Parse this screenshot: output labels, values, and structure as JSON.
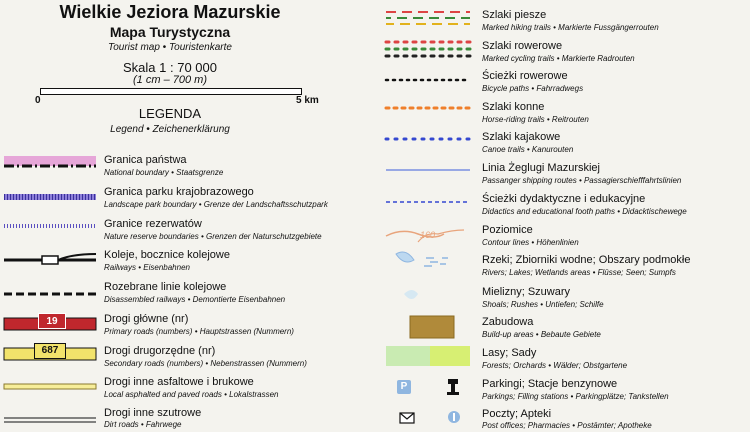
{
  "header": {
    "title": "Wielkie Jeziora Mazurskie",
    "subtitle": "Mapa Turystyczna",
    "subtitle_trans": "Tourist map • Touristenkarte",
    "scale": "Skala 1 : 70 000",
    "scale_note": "(1 cm – 700 m)",
    "scale_start": "0",
    "scale_end": "5 km",
    "legend": "LEGENDA",
    "legend_trans": "Legend • Zeichenerklärung"
  },
  "left": [
    {
      "label": "Granica państwa",
      "sub": "National boundary • Staatsgrenze"
    },
    {
      "label": "Granica parku krajobrazowego",
      "sub": "Landscape park boundary • Grenze der Landschaftsschutzpark"
    },
    {
      "label": "Granice rezerwatów",
      "sub": "Nature reserve boundaries • Grenzen der Naturschutzgebiete"
    },
    {
      "label": "Koleje, bocznice kolejowe",
      "sub": "Railways • Eisenbahnen"
    },
    {
      "label": "Rozebrane linie kolejowe",
      "sub": "Disassembled railways • Demontierte Eisenbahnen"
    },
    {
      "label": "Drogi główne (nr)",
      "sub": "Primary roads (numbers) • Hauptstrassen (Nummern)",
      "badge": "19"
    },
    {
      "label": "Drogi drugorzędne (nr)",
      "sub": "Secondary roads (numbers) • Nebenstrassen (Nummern)",
      "badge": "687"
    },
    {
      "label": "Drogi inne asfaltowe i brukowe",
      "sub": "Local asphalted and paved roads • Lokalstrassen"
    },
    {
      "label": "Drogi inne szutrowe",
      "sub": "Dirt roads • Fahrwege"
    }
  ],
  "right": [
    {
      "label": "Szlaki piesze",
      "sub": "Marked hiking trails • Markierte Fussgängerrouten"
    },
    {
      "label": "Szlaki rowerowe",
      "sub": "Marked cycling trails • Markierte Radrouten"
    },
    {
      "label": "Ścieżki rowerowe",
      "sub": "Bicycle paths • Fahrradwegs"
    },
    {
      "label": "Szlaki konne",
      "sub": "Horse-riding trails • Reitrouten"
    },
    {
      "label": "Szlaki kajakowe",
      "sub": "Canoe trails • Kanurouten"
    },
    {
      "label": "Linia Żeglugi Mazurskiej",
      "sub": "Passanger shipping routes • Passagierschiefffahrtslinien"
    },
    {
      "label": "Ścieżki dydaktyczne i edukacyjne",
      "sub": "Didactics and educational footh paths • Didacktischewege"
    },
    {
      "label": "Poziomice",
      "sub": "Contour lines • Höhenlinien",
      "contour_value": "160"
    },
    {
      "label": "Rzeki; Zbiorniki wodne; Obszary podmokłe",
      "sub": "Rivers; Lakes; Wetlands areas • Flüsse; Seen; Sumpfs"
    },
    {
      "label": "Mielizny; Szuwary",
      "sub": "Shoals; Rushes • Untiefen; Schilfe"
    },
    {
      "label": "Zabudowa",
      "sub": "Build-up areas • Bebaute Gebiete"
    },
    {
      "label": "Lasy; Sady",
      "sub": "Forests; Orchards • Wälder; Obstgartene"
    },
    {
      "label": "Parkingi; Stacje benzynowe",
      "sub": "Parkings; Filling stations • Parkingplätze; Tankstellen",
      "icon1": "P"
    },
    {
      "label": "Poczty; Apteki",
      "sub": "Post offices; Pharmacies • Postämter; Apotheke"
    }
  ],
  "colors": {
    "border_pink": "#d77fc4",
    "park_purple": "#6a5acd",
    "primary_road": "#c0272d",
    "secondary_road": "#f2e36b",
    "built": "#b08a3a",
    "forest": "#c9ebb2",
    "orchard": "#d7ef73",
    "water_line": "#7a8fe0",
    "contour": "#e8a47c"
  },
  "icons": [
    "parking-icon",
    "fuel-station-icon",
    "envelope-icon",
    "pharmacy-icon"
  ]
}
